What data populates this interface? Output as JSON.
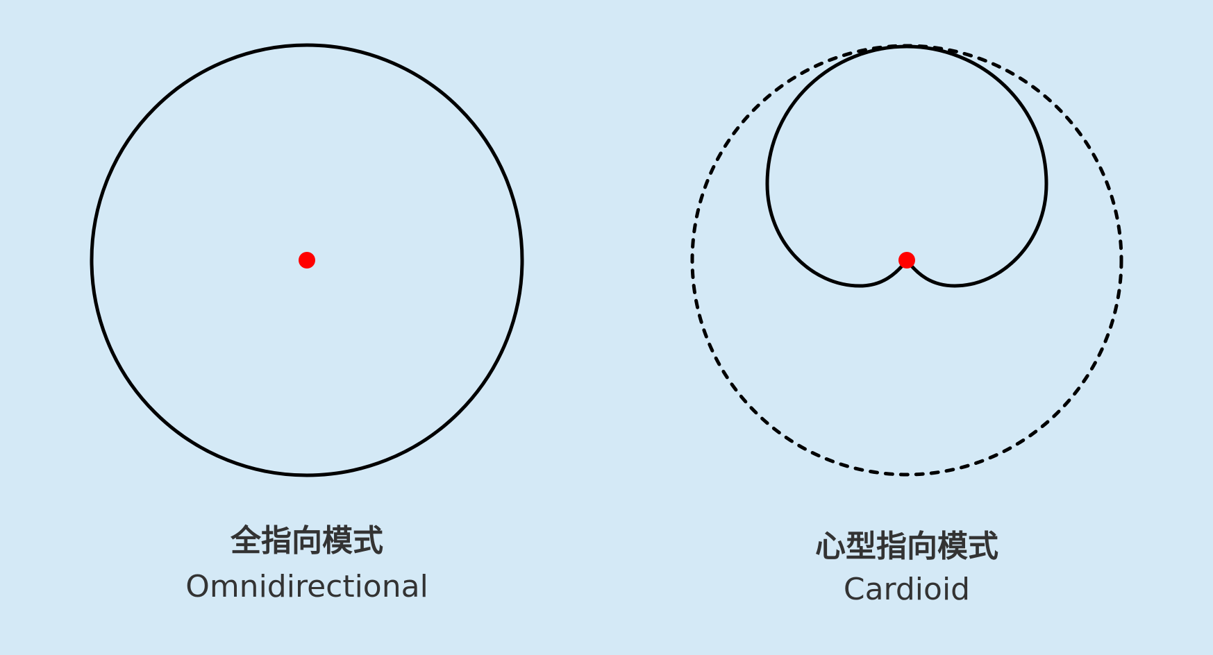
{
  "colors": {
    "background": "#d4e9f6",
    "stroke": "#000000",
    "source_dot": "#ff0000",
    "text": "#333333"
  },
  "diagrams": [
    {
      "id": "omnidirectional",
      "title_zh": "全指向模式",
      "title_en": "Omnidirectional"
    },
    {
      "id": "cardioid",
      "title_zh": "心型指向模式",
      "title_en": "Cardioid"
    }
  ]
}
